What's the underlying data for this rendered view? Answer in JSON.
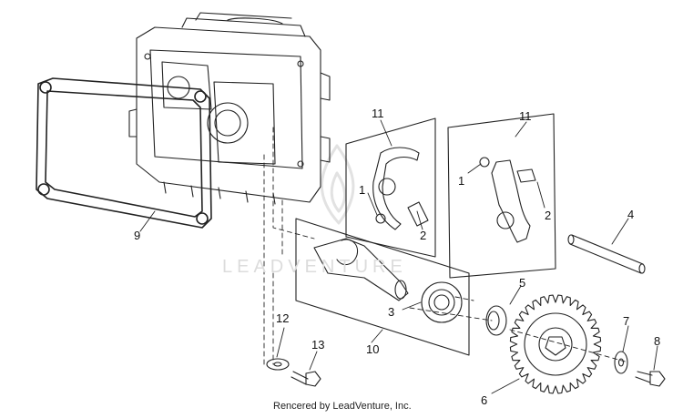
{
  "diagram": {
    "callouts": [
      {
        "id": "p11a",
        "label": "11"
      },
      {
        "id": "p11b",
        "label": "11"
      },
      {
        "id": "p1a",
        "label": "1"
      },
      {
        "id": "p2a",
        "label": "2"
      },
      {
        "id": "p1b",
        "label": "1"
      },
      {
        "id": "p2b",
        "label": "2"
      },
      {
        "id": "p4",
        "label": "4"
      },
      {
        "id": "p9",
        "label": "9"
      },
      {
        "id": "p5",
        "label": "5"
      },
      {
        "id": "p3",
        "label": "3"
      },
      {
        "id": "p12",
        "label": "12"
      },
      {
        "id": "p13",
        "label": "13"
      },
      {
        "id": "p10",
        "label": "10"
      },
      {
        "id": "p7",
        "label": "7"
      },
      {
        "id": "p8",
        "label": "8"
      },
      {
        "id": "p6",
        "label": "6"
      }
    ]
  },
  "watermark": "LEADVENTURE",
  "credit": "Rencered by LeadVenture, Inc.",
  "colors": {
    "line": "#222222",
    "watermark": "#dcdcdc"
  }
}
